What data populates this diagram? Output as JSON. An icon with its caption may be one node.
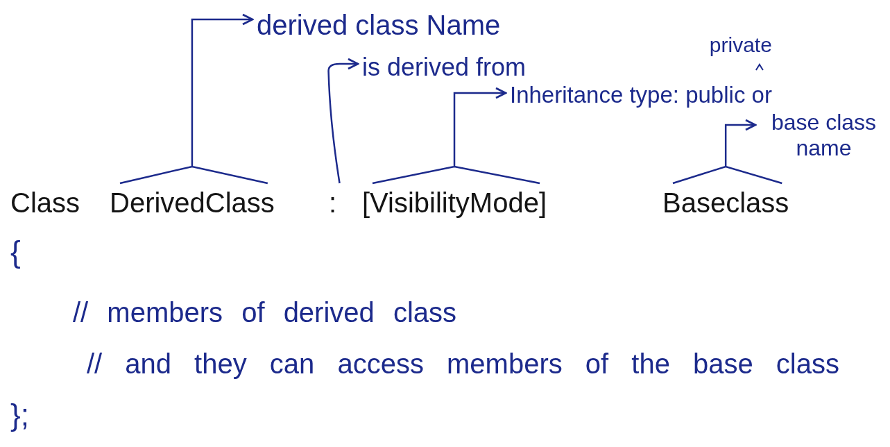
{
  "diagram": {
    "nodes": [
      {
        "text": [
          "DerivedClass"
        ]
      },
      {
        "text": [
          ":"
        ]
      },
      {
        "text": [
          "[VisibilityMode]"
        ]
      },
      {
        "text": [
          "Baseclass"
        ]
      },
      {
        "text": [
          "derived class Name"
        ]
      },
      {
        "text": [
          "is derived from"
        ]
      },
      {
        "text": [
          "private",
          "Inheritance type: public or"
        ]
      },
      {
        "text": [
          "base class name"
        ]
      }
    ],
    "edges": [
      {
        "from": 0,
        "to": 4,
        "arrow": "to"
      },
      {
        "from": 1,
        "to": 5,
        "arrow": "to"
      },
      {
        "from": 2,
        "to": 6,
        "arrow": "to"
      },
      {
        "from": 3,
        "to": 7,
        "arrow": "to"
      }
    ],
    "labels": [
      "Class",
      "{",
      "// members of derived class",
      "// and they can access members of the base class",
      "};"
    ]
  }
}
